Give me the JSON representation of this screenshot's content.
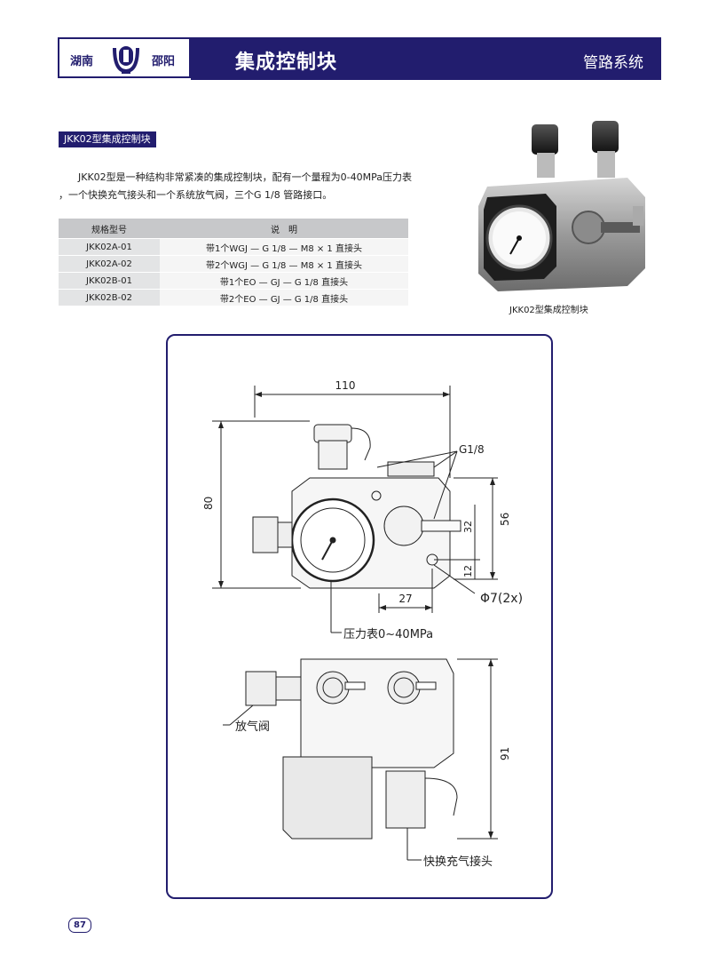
{
  "header": {
    "logo_left": "湖南",
    "logo_right": "邵阳",
    "title": "集成控制块",
    "category": "管路系统"
  },
  "section": {
    "tag": "JKK02型集成控制块",
    "description_line1": "JKK02型是一种结构非常紧凑的集成控制块，配有一个量程为0-40MPa压力表",
    "description_line2": "，一个快换充气接头和一个系统放气阀，三个G 1/8 管路接口。"
  },
  "table": {
    "headers": [
      "规格型号",
      "说　明"
    ],
    "rows": [
      {
        "model": "JKK02A-01",
        "desc": "带1个WGJ — G 1/8 — M8 × 1 直接头"
      },
      {
        "model": "JKK02A-02",
        "desc": "带2个WGJ — G 1/8 — M8 × 1 直接头"
      },
      {
        "model": "JKK02B-01",
        "desc": "带1个EO — GJ — G 1/8 直接头"
      },
      {
        "model": "JKK02B-02",
        "desc": "带2个EO — GJ — G 1/8 直接头"
      }
    ]
  },
  "photo": {
    "caption": "JKK02型集成控制块"
  },
  "drawing": {
    "dim_width": "110",
    "dim_height": "80",
    "dim_56": "56",
    "dim_32": "32",
    "dim_12": "12",
    "dim_27": "27",
    "label_port": "G1/8",
    "label_hole": "Φ7(2x)",
    "label_gauge": "压力表0~40MPa",
    "dim_91": "91",
    "label_vent": "放气阀",
    "label_coupler": "快换充气接头"
  },
  "footer": {
    "page_number": "87"
  },
  "colors": {
    "brand_navy": "#221d6e",
    "table_header_gray": "#c7c8ca"
  }
}
